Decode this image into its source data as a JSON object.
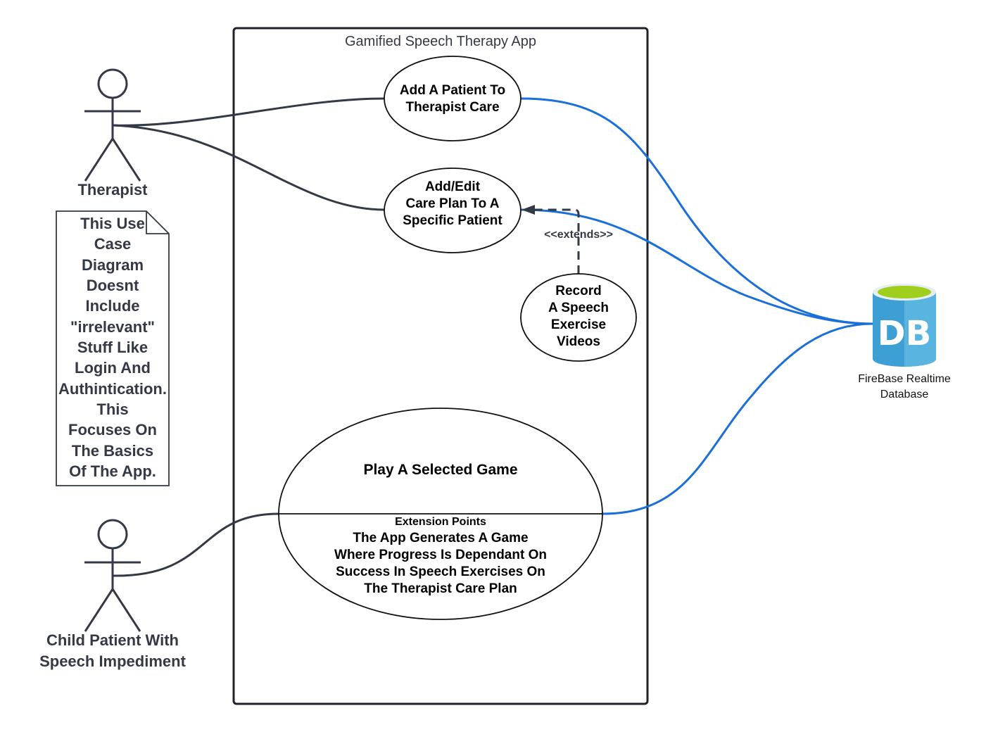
{
  "system": {
    "title": "Gamified Speech Therapy App"
  },
  "actors": {
    "therapist": {
      "label": "Therapist"
    },
    "child": {
      "label_lines": [
        "Child Patient With",
        "Speech Impediment"
      ]
    }
  },
  "use_cases": {
    "add_patient": {
      "lines": [
        "Add A Patient To",
        "Therapist Care"
      ]
    },
    "care_plan": {
      "lines": [
        "Add/Edit",
        "Care Plan To A",
        "Specific Patient"
      ]
    },
    "record_videos": {
      "lines": [
        "Record",
        "A Speech",
        "Exercise",
        "Videos"
      ]
    },
    "play_game": {
      "title": "Play A Selected Game",
      "extension_header": "Extension Points",
      "extension_lines": [
        "The App Generates A Game",
        "Where Progress Is Dependant On",
        "Success In Speech Exercises On",
        "The Therapist Care Plan"
      ]
    }
  },
  "relationships": {
    "extends_label": "<<extends>>"
  },
  "note": {
    "lines": [
      "This Use",
      "Case",
      "Diagram",
      "Doesnt",
      "Include",
      "\"irrelevant\"",
      "Stuff Like",
      "Login And",
      "Authintication.",
      "This",
      "Focuses On",
      "The Basics",
      "Of The App."
    ]
  },
  "database": {
    "icon": "database-icon",
    "icon_text": "DB",
    "label_lines": [
      "FireBase Realtime",
      "Database"
    ]
  },
  "colors": {
    "outline": "#2b2f36",
    "actor": "#333a45",
    "db_link": "#1a6fd8",
    "db_body": "#3d9fd3",
    "db_top": "#9fce1c"
  }
}
